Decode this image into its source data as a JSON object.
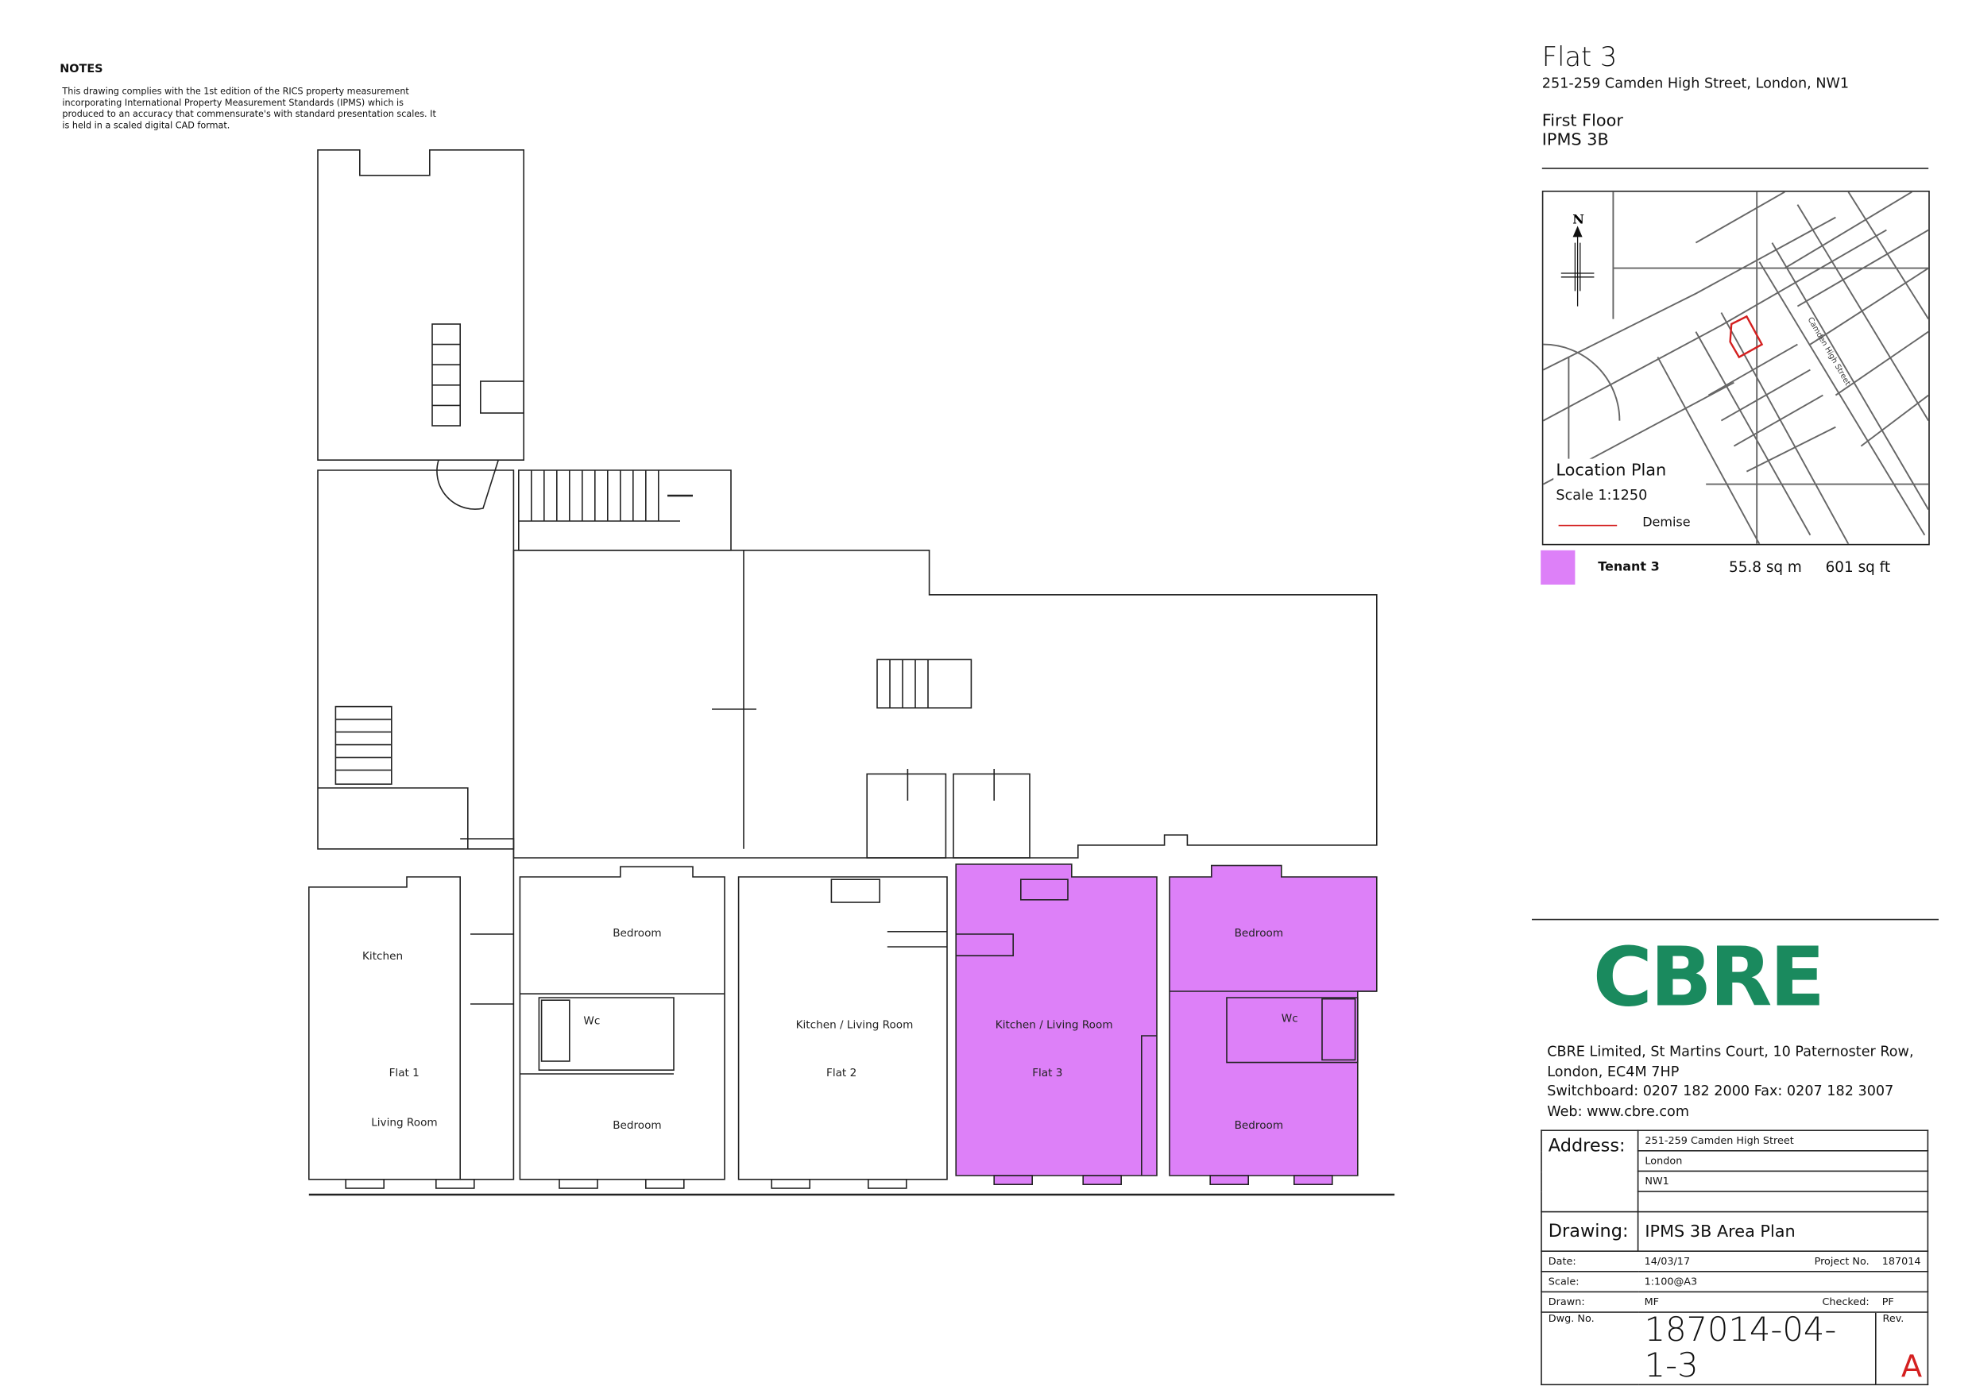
{
  "notes": {
    "heading": "NOTES",
    "text": "This drawing complies with the 1st edition of the RICS property measurement incorporating International Property Measurement Standards (IPMS) which is produced to an accuracy that commensurate's with standard presentation scales. It is held in a scaled digital CAD format."
  },
  "plan": {
    "rooms": {
      "flat1_kitchen": "Kitchen",
      "flat1_name": "Flat 1",
      "flat1_living": "Living Room",
      "flat2_bedroom1": "Bedroom",
      "flat2_wc": "Wc",
      "flat2_bedroom2": "Bedroom",
      "flat2_kitchen": "Kitchen / Living Room",
      "flat2_name": "Flat 2",
      "flat3_kitchen": "Kitchen / Living Room",
      "flat3_name": "Flat 3",
      "flat3_bedroom1": "Bedroom",
      "flat3_wc": "Wc",
      "flat3_bedroom2": "Bedroom"
    },
    "highlight_color": "#dd80f8"
  },
  "header": {
    "title": "Flat 3",
    "address": "251-259 Camden High Street, London, NW1",
    "floor": "First Floor",
    "standard": "IPMS 3B"
  },
  "location_plan": {
    "north": "N",
    "title": "Location Plan",
    "scale": "Scale 1:1250",
    "demise_label": "Demise",
    "demise_color": "#d42020",
    "street": "Camden High Street"
  },
  "legend": {
    "tenant": "Tenant 3",
    "area_sqm": "55.8 sq m",
    "area_sqft": "601 sq ft",
    "color": "#dd80f8"
  },
  "company": {
    "logo": "CBRE",
    "logo_color": "#1a8a5e",
    "line1": "CBRE Limited, St Martins Court, 10 Paternoster Row,",
    "line2": "London, EC4M 7HP",
    "line3": "Switchboard:  0207 182 2000   Fax:  0207 182 3007",
    "line4": "Web:  www.cbre.com"
  },
  "title_block": {
    "address_label": "Address:",
    "address_lines": [
      "251-259 Camden High Street",
      "London",
      "NW1"
    ],
    "drawing_label": "Drawing:",
    "drawing": "IPMS 3B Area Plan",
    "date_label": "Date:",
    "date": "14/03/17",
    "project_label": "Project No.",
    "project": "187014",
    "scale_label": "Scale:",
    "scale": "1:100@A3",
    "drawn_label": "Drawn:",
    "drawn": "MF",
    "checked_label": "Checked:",
    "checked": "PF",
    "dwg_label": "Dwg. No.",
    "dwg": "187014-04-1-3",
    "rev_label": "Rev.",
    "rev": "A"
  }
}
